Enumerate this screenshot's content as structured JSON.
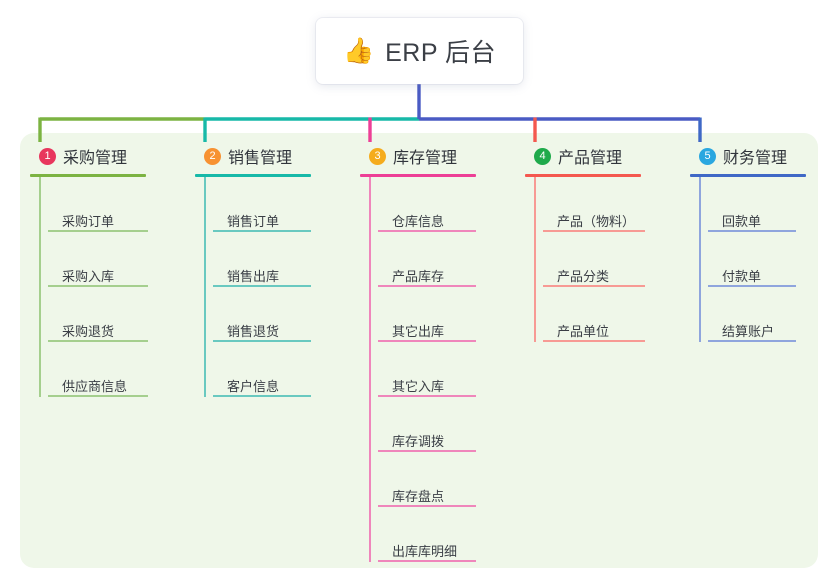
{
  "root": {
    "icon": "thumbs-up-emoji",
    "emoji": "👍",
    "label": "ERP 后台"
  },
  "palette": {
    "panel_bg": "#eff7e9",
    "page_bg": "#ffffff",
    "trunk": "#4a5bc4",
    "text": "#31353c",
    "item_text": "#3a3e45"
  },
  "columns": [
    {
      "number": "1",
      "title": "采购管理",
      "badge_color": "#e8365d",
      "line_color": "#7cb342",
      "item_line_color": "#a5cf8e",
      "stub_color": "#7cb342",
      "items": [
        {
          "label": "采购订单"
        },
        {
          "label": "采购入库"
        },
        {
          "label": "采购退货"
        },
        {
          "label": "供应商信息"
        }
      ]
    },
    {
      "number": "2",
      "title": "销售管理",
      "badge_color": "#f79232",
      "line_color": "#17b9a8",
      "item_line_color": "#69c9c0",
      "stub_color": "#17b9a8",
      "items": [
        {
          "label": "销售订单"
        },
        {
          "label": "销售出库"
        },
        {
          "label": "销售退货"
        },
        {
          "label": "客户信息"
        }
      ]
    },
    {
      "number": "3",
      "title": "库存管理",
      "badge_color": "#f5ac1d",
      "line_color": "#ed3f96",
      "item_line_color": "#ef86bb",
      "stub_color": "#ed3f96",
      "items": [
        {
          "label": "仓库信息"
        },
        {
          "label": "产品库存"
        },
        {
          "label": "其它出库"
        },
        {
          "label": "其它入库"
        },
        {
          "label": "库存调拨"
        },
        {
          "label": "库存盘点"
        },
        {
          "label": "出库库明细"
        }
      ]
    },
    {
      "number": "4",
      "title": "产品管理",
      "badge_color": "#1faa4b",
      "line_color": "#f4584f",
      "item_line_color": "#f79a94",
      "stub_color": "#f4584f",
      "items": [
        {
          "label": "产品（物料）"
        },
        {
          "label": "产品分类"
        },
        {
          "label": "产品单位"
        }
      ]
    },
    {
      "number": "5",
      "title": "财务管理",
      "badge_color": "#2aa7e0",
      "line_color": "#3f68c6",
      "item_line_color": "#8fa5dd",
      "stub_color": "#3f68c6",
      "items": [
        {
          "label": "回款单"
        },
        {
          "label": "付款单"
        },
        {
          "label": "结算账户"
        }
      ]
    }
  ]
}
